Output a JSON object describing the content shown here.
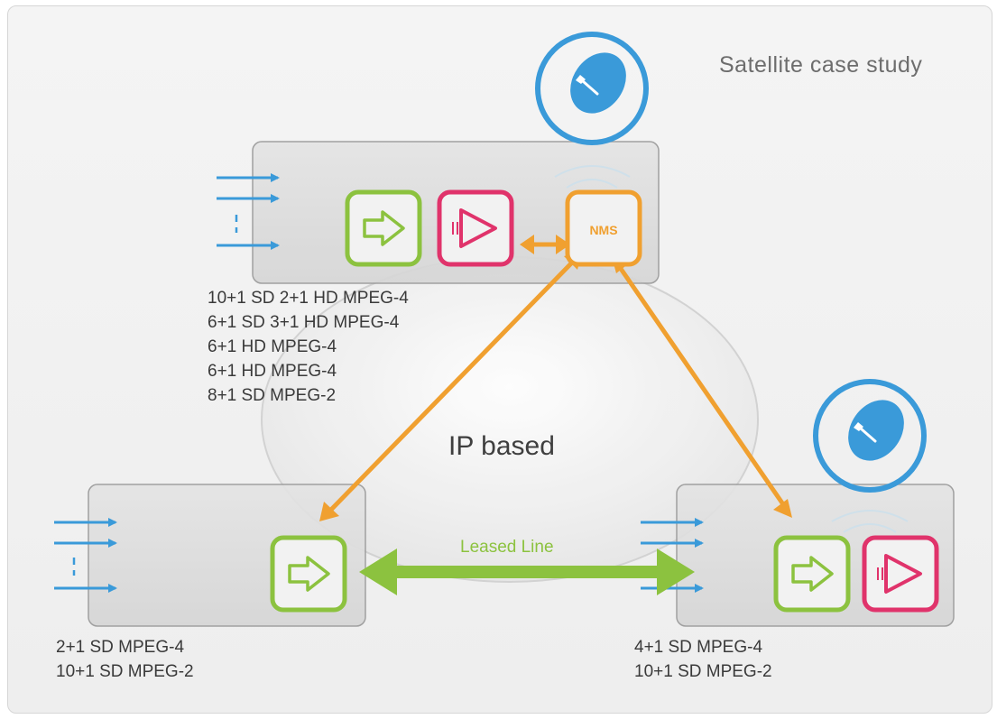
{
  "title": "Satellite case study",
  "center_label": "IP based",
  "link_label": "Leased Line",
  "nms_label": "NMS",
  "top_site": {
    "lines": [
      "10+1 SD 2+1 HD MPEG-4",
      "6+1 SD 3+1 HD MPEG-4",
      "6+1 HD MPEG-4",
      "6+1 HD MPEG-4",
      "8+1 SD MPEG-2"
    ]
  },
  "left_site": {
    "lines": [
      "2+1 SD MPEG-4",
      "10+1 SD MPEG-2"
    ]
  },
  "right_site": {
    "lines": [
      "4+1 SD MPEG-4",
      "10+1 SD MPEG-2"
    ]
  },
  "colors": {
    "blue": "#3a9ad9",
    "green": "#8cc23f",
    "pink": "#e0336b",
    "orange": "#f0a030",
    "box_fill": "#dedede",
    "box_stroke": "#9a9a9a"
  },
  "icons": [
    "satellite-dish-icon",
    "encoder-arrow-icon",
    "modulator-amplifier-icon",
    "input-arrow-icon"
  ]
}
